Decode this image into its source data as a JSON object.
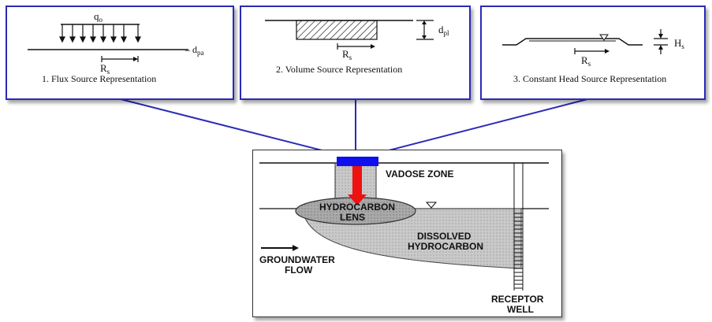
{
  "panels": {
    "flux": {
      "caption": "1.  Flux Source Representation",
      "load_label": "q",
      "load_sub": "o",
      "radius_label": "R",
      "radius_sub": "s",
      "depth_label": "– d",
      "depth_sub": "pa"
    },
    "volume": {
      "caption": "2.  Volume Source Representation",
      "depth_label": "d",
      "depth_sub": "pl",
      "radius_label": "R",
      "radius_sub": "s"
    },
    "head": {
      "caption": "3.  Constant Head Source Representation",
      "head_label": "H",
      "head_sub": "s",
      "radius_label": "R",
      "radius_sub": "s"
    }
  },
  "cross_section": {
    "vadose_zone": "VADOSE ZONE",
    "lens_line1": "HYDROCARBON",
    "lens_line2": "LENS",
    "plume_line1": "DISSOLVED",
    "plume_line2": "HYDROCARBON",
    "flow_line1": "GROUNDWATER",
    "flow_line2": "FLOW",
    "well_line1": "RECEPTOR",
    "well_line2": "WELL"
  },
  "colors": {
    "panel_border": "#2a2ab8",
    "connector": "#2a2ab8",
    "source_cap": "#1010ee",
    "source_arrow": "#ee1111",
    "soil_fill": "#c8c8c8",
    "lens_fill": "#a8a8a8"
  }
}
